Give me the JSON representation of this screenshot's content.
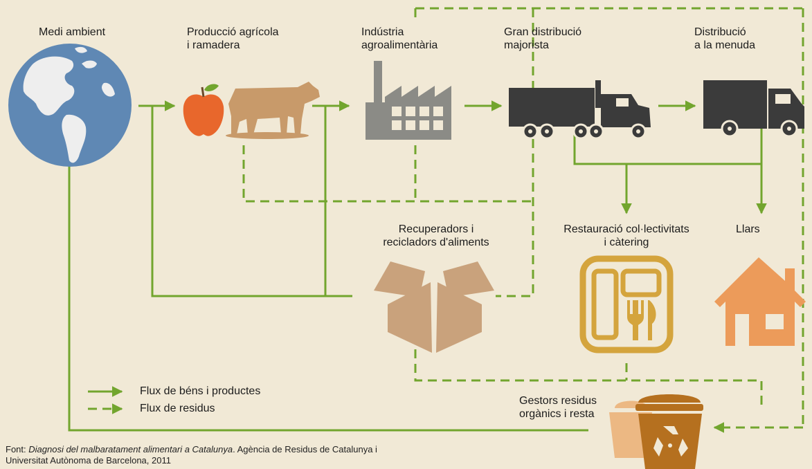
{
  "colors": {
    "background": "#f1e9d6",
    "flow_green": "#72a52e",
    "globe_blue": "#5f88b4",
    "apple_orange": "#e8672c",
    "cow_tan": "#c89a6a",
    "factory_gray": "#8b8b86",
    "truck_dark": "#3b3b3b",
    "box_tan": "#c9a27c",
    "catering_gold": "#d4a43d",
    "house_orange": "#ec9b5a",
    "bin_light": "#ecb883",
    "bin_dark": "#b5701f"
  },
  "nodes": {
    "environment": {
      "label": [
        "Medi ambient"
      ],
      "icon": "globe-icon"
    },
    "agriculture": {
      "label": [
        "Producció agrícola",
        "i ramadera"
      ],
      "icons": [
        "apple-icon",
        "cow-icon"
      ]
    },
    "industry": {
      "label": [
        "Indústria",
        "agroalimentària"
      ],
      "icon": "factory-icon"
    },
    "wholesale": {
      "label": [
        "Gran distribució",
        "majorista"
      ],
      "icon": "semi-truck-icon"
    },
    "retail": {
      "label": [
        "Distribució",
        "a la menuda"
      ],
      "icon": "truck-icon"
    },
    "recoverers": {
      "label": [
        "Recuperadors i",
        "recicladors d'aliments"
      ],
      "icon": "box-icon"
    },
    "catering": {
      "label": [
        "Restauració col·lectivitats",
        "i càtering"
      ],
      "icon": "tray-icon"
    },
    "households": {
      "label": [
        "Llars"
      ],
      "icon": "house-icon"
    },
    "waste_managers": {
      "label": [
        "Gestors residus",
        "orgànics i resta"
      ],
      "icon": "recycle-bin-icon"
    }
  },
  "legend": {
    "goods_flow": "Flux de béns i productes",
    "waste_flow": "Flux de residus"
  },
  "source": {
    "prefix": "Font: ",
    "title": "Diagnosi del malbaratament alimentari a Catalunya",
    "rest": ". Agència de Residus de Catalunya i",
    "line2": "Universitat Autònoma de Barcelona, 2011"
  }
}
